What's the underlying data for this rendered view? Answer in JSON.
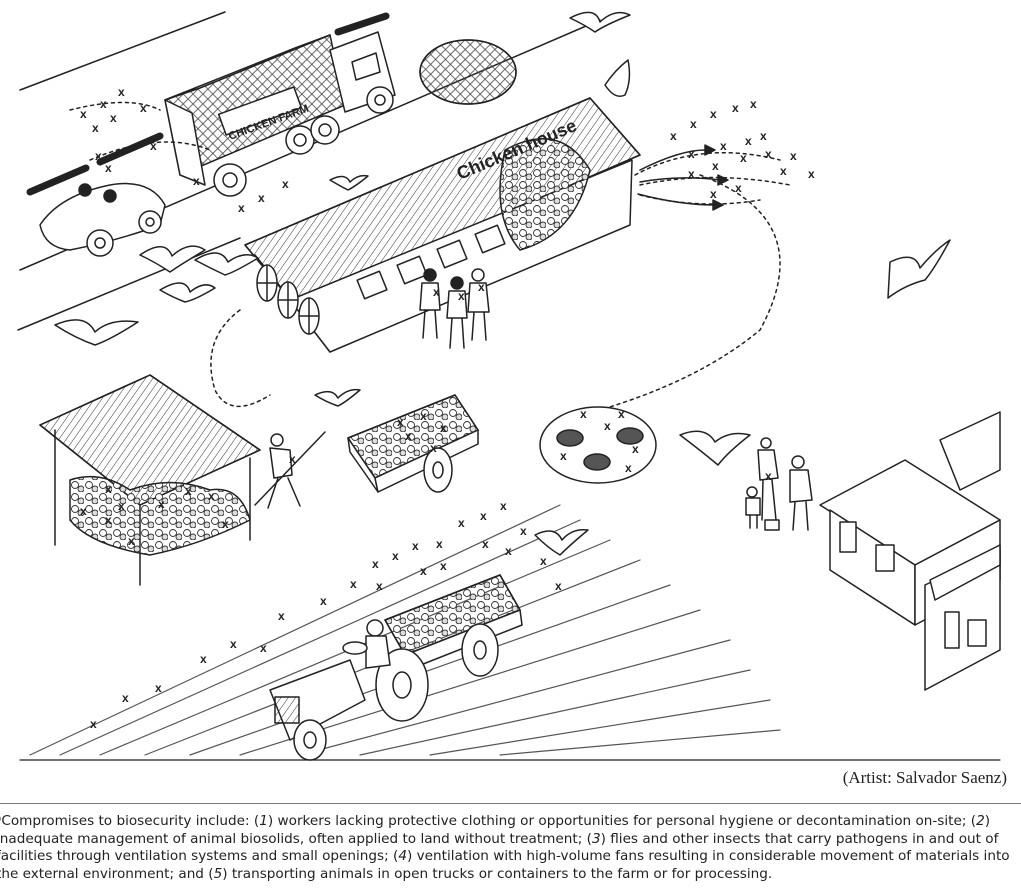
{
  "illustration": {
    "truck_sign": "CHICKEN FARM",
    "house_sign": "Chicken house",
    "contamination_marker": "x"
  },
  "credit": "(Artist: Salvador Saenz)",
  "caption": {
    "prefix": "ᵃCompromises to biosecurity include: (",
    "n1": "1",
    "t1": ") workers lacking protective clothing or opportunities for personal hygiene or decontamination on-site; (",
    "n2": "2",
    "t2": ") inadequate management of animal biosolids, often applied to land without treatment; (",
    "n3": "3",
    "t3": ") flies and other insects that carry pathogens in and out of facilities through ventilation systems and small openings; (",
    "n4": "4",
    "t4": ") ventilation with high-volume fans resulting in considerable movement of materials into the external environment; and (",
    "n5": "5",
    "t5": ") transporting animals in open trucks or containers to the farm or for processing."
  }
}
